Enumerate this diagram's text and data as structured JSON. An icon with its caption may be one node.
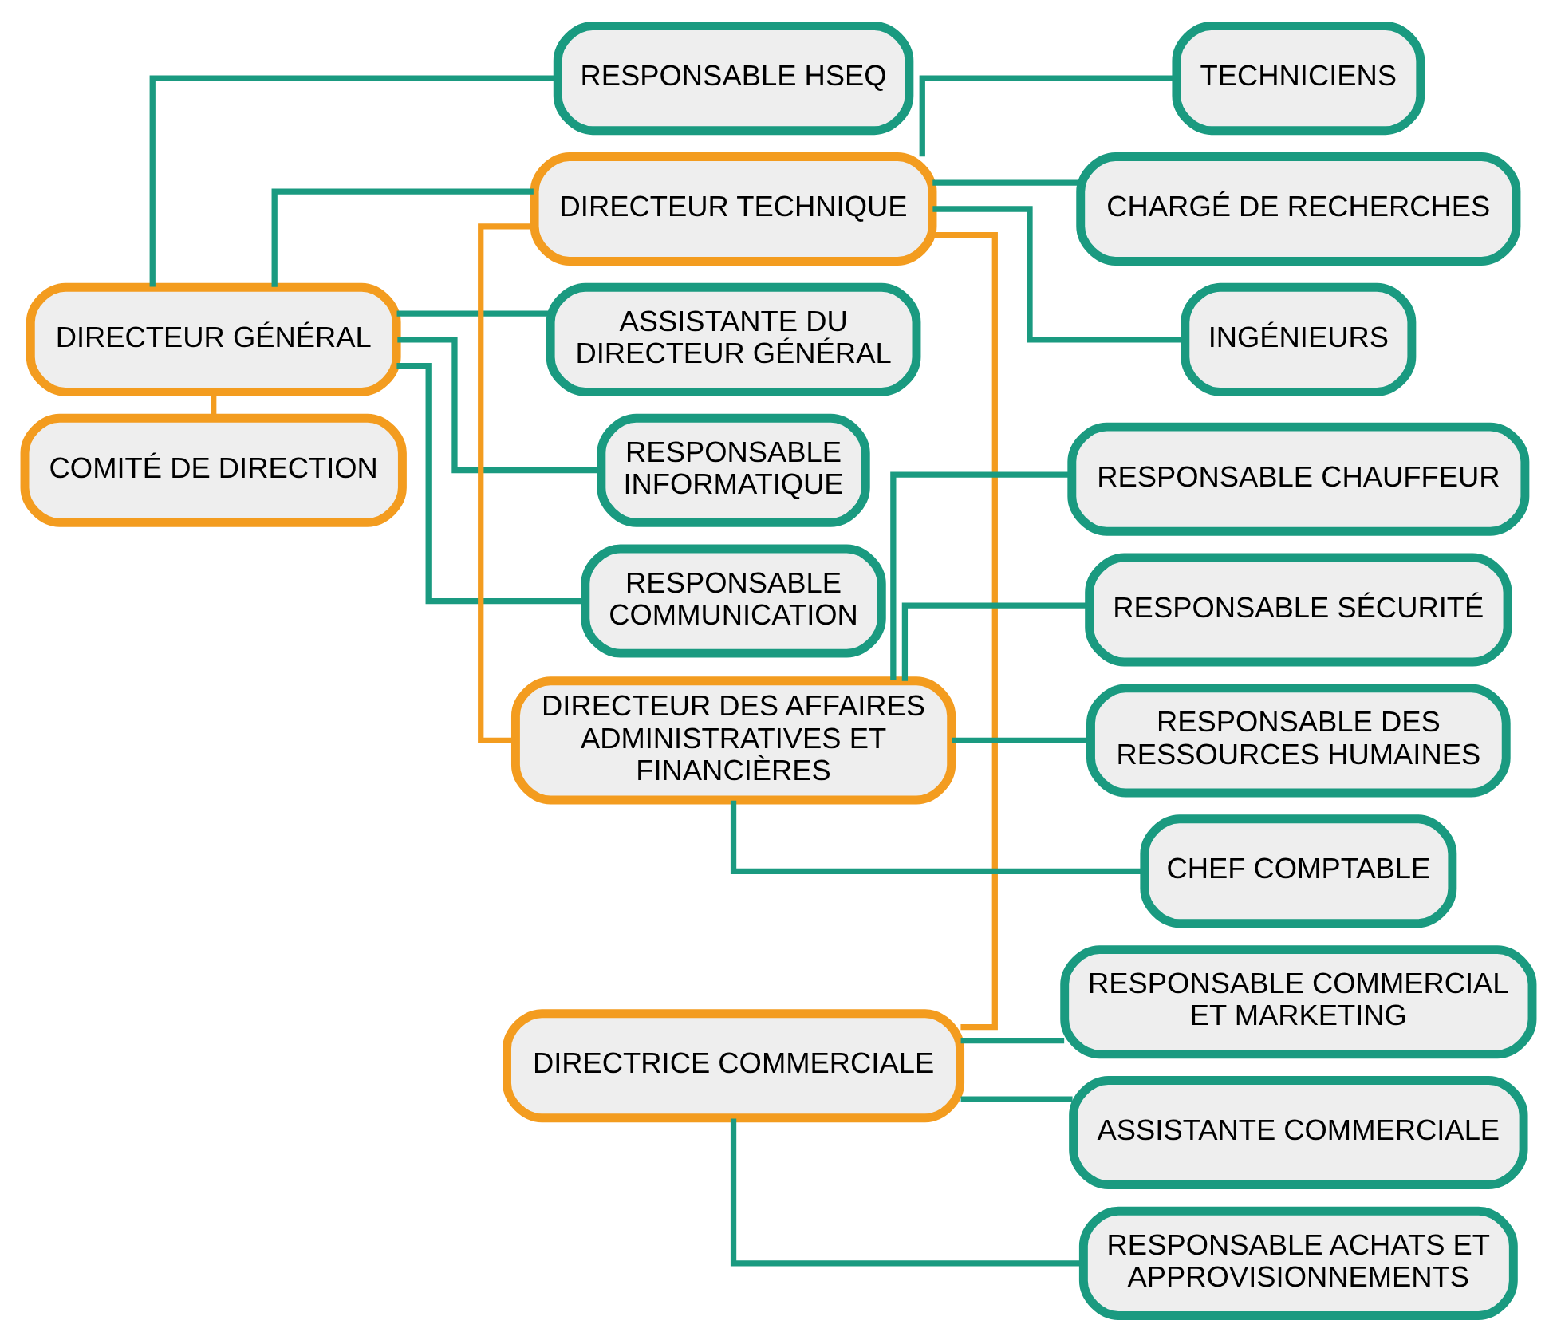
{
  "diagram": {
    "nodes": [
      {
        "text": [
          "DIRECTEUR GÉNÉRAL"
        ]
      },
      {
        "text": [
          "COMITÉ DE DIRECTION"
        ]
      },
      {
        "text": [
          "ASSISTANTE DU DIRECTEUR GÉNÉRAL"
        ]
      },
      {
        "text": [
          "RESPONSABLE INFORMATIQUE"
        ]
      },
      {
        "text": [
          "RESPONSABLE COMMUNICATION"
        ]
      },
      {
        "text": [
          "RESPONSABLE HSEQ"
        ]
      },
      {
        "text": [
          "DIRECTRICE COMMERCIALE"
        ]
      },
      {
        "text": [
          "DIRECTEUR TECHNIQUE"
        ]
      },
      {
        "text": [
          "DIRECTEUR DES AFFAIRES ADMINISTRATIVES ET FINANCIÈRES"
        ]
      },
      {
        "text": [
          "RESPONSABLE COMMERCIAL ET MARKETING"
        ]
      },
      {
        "text": [
          "ASSISTANTE COMMERCIALE"
        ]
      },
      {
        "text": [
          "RESPONSABLE ACHATS ET APPROVISIONNEMENTS"
        ]
      },
      {
        "text": [
          "CHARGÉ DE RECHERCHES"
        ]
      },
      {
        "text": [
          "INGÉNIEURS"
        ]
      },
      {
        "text": [
          "TECHNICIENS"
        ]
      },
      {
        "text": [
          "RESPONSABLE DES RESSOURCES HUMAINES"
        ]
      },
      {
        "text": [
          "CHEF COMPTABLE"
        ]
      },
      {
        "text": [
          "RESPONSABLE CHAUFFEUR"
        ]
      },
      {
        "text": [
          "RESPONSABLE SÉCURITÉ"
        ]
      }
    ],
    "edges": [
      {
        "from": 0,
        "to": 1,
        "arrow": "none",
        "color": "#f39c1f"
      },
      {
        "from": 0,
        "to": 2,
        "arrow": "none"
      },
      {
        "from": 0,
        "to": 3,
        "arrow": "none"
      },
      {
        "from": 0,
        "to": 4,
        "arrow": "none"
      },
      {
        "from": 0,
        "to": 5,
        "arrow": "none"
      },
      {
        "from": 0,
        "to": 7,
        "arrow": "none"
      },
      {
        "from": 7,
        "to": 6,
        "arrow": "none",
        "color": "#f39c1f"
      },
      {
        "from": 7,
        "to": 8,
        "arrow": "none",
        "color": "#f39c1f"
      },
      {
        "from": 6,
        "to": 9,
        "arrow": "none"
      },
      {
        "from": 6,
        "to": 10,
        "arrow": "none"
      },
      {
        "from": 6,
        "to": 11,
        "arrow": "none"
      },
      {
        "from": 7,
        "to": 12,
        "arrow": "none"
      },
      {
        "from": 7,
        "to": 13,
        "arrow": "none"
      },
      {
        "from": 7,
        "to": 14,
        "arrow": "none"
      },
      {
        "from": 8,
        "to": 15,
        "arrow": "none"
      },
      {
        "from": 8,
        "to": 16,
        "arrow": "none"
      },
      {
        "from": 8,
        "to": 17,
        "arrow": "none"
      },
      {
        "from": 8,
        "to": 18,
        "arrow": "none"
      }
    ]
  }
}
